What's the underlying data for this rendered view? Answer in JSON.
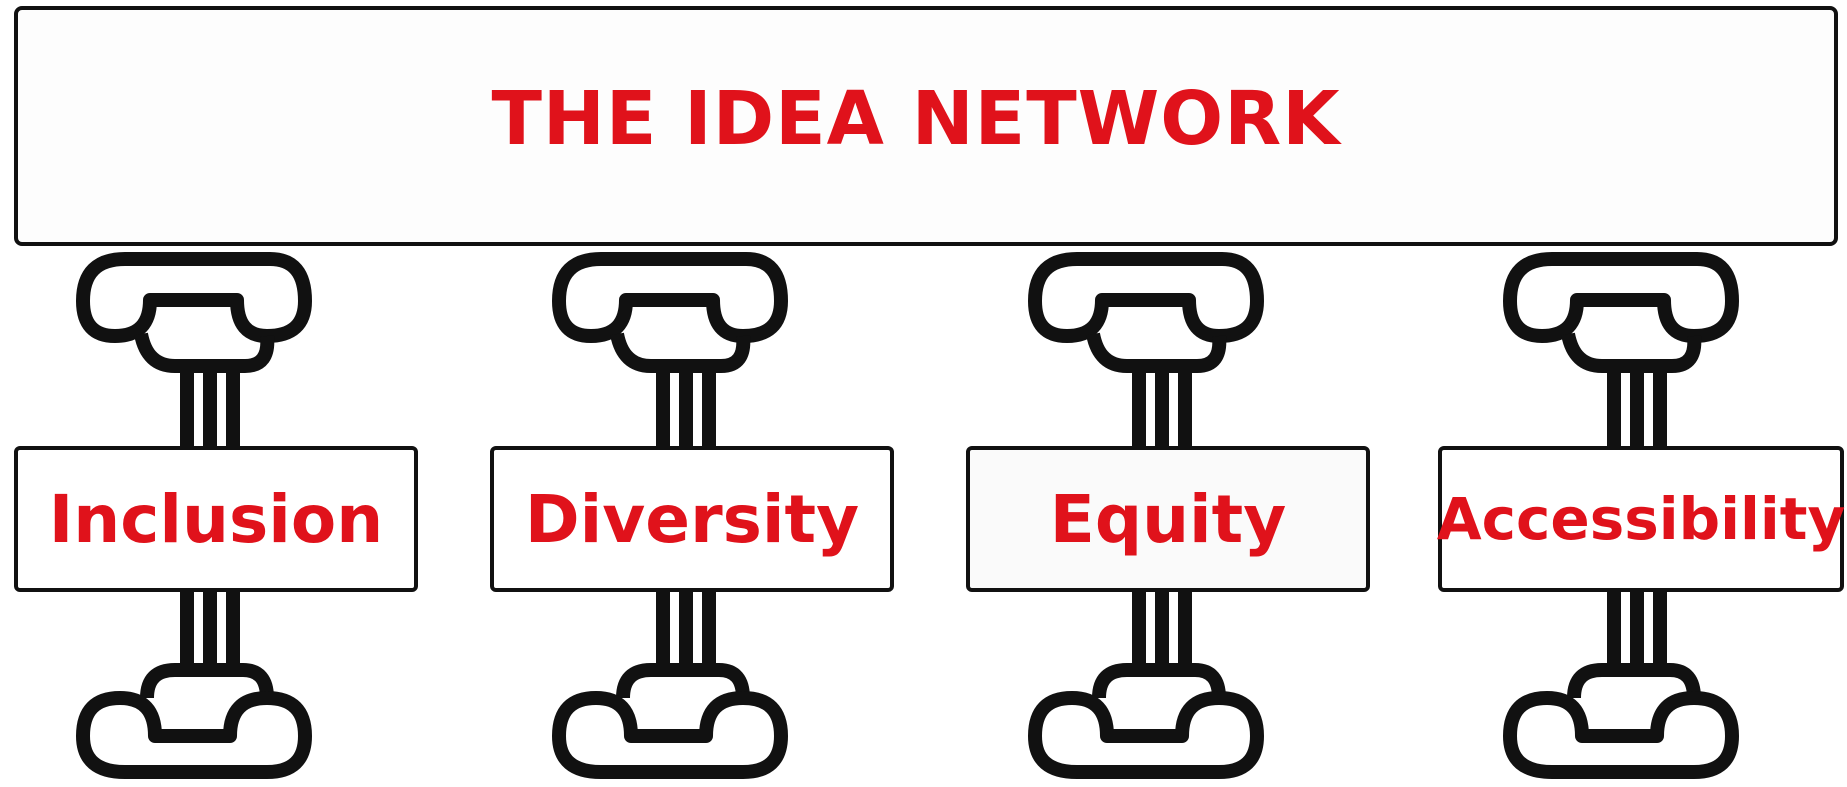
{
  "title": "THE IDEA NETWORK",
  "pillars": [
    {
      "label": "Inclusion"
    },
    {
      "label": "Diversity"
    },
    {
      "label": "Equity"
    },
    {
      "label": "Accessibility"
    }
  ],
  "colors": {
    "text": "#e0121b",
    "outline": "#111111"
  }
}
